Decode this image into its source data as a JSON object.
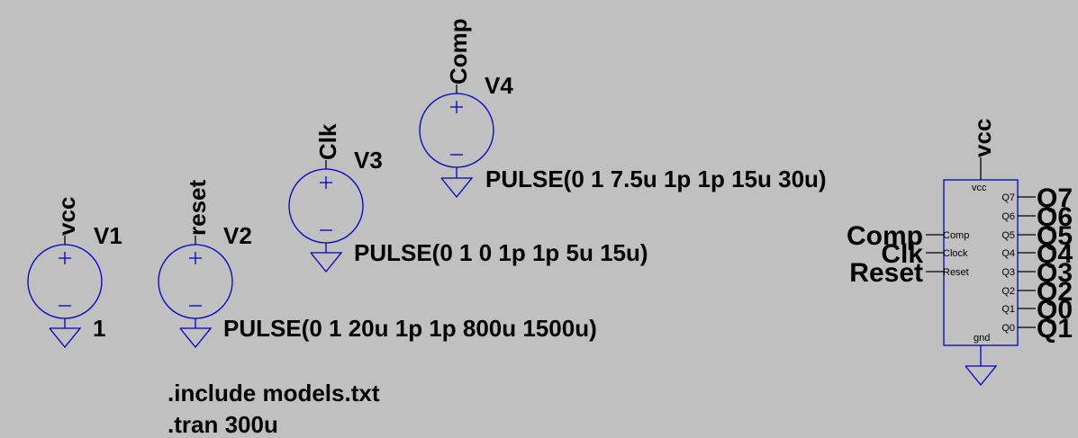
{
  "sources": [
    {
      "name": "V1",
      "net": "vcc",
      "value": "1"
    },
    {
      "name": "V2",
      "net": "reset",
      "value": "PULSE(0 1 20u 1p 1p 800u 1500u)"
    },
    {
      "name": "V3",
      "net": "Clk",
      "value": "PULSE(0 1 0 1p 1p 5u 15u)"
    },
    {
      "name": "V4",
      "net": "Comp",
      "value": "PULSE(0 1 7.5u 1p 1p 15u 30u)"
    }
  ],
  "directives": [
    ".include models.txt",
    ".tran 300u"
  ],
  "ic": {
    "supply_net": "vcc",
    "supply_pin": "vcc",
    "ground_pin": "gnd",
    "left_pins": [
      {
        "pin": "Comp",
        "net": "Comp"
      },
      {
        "pin": "Clock",
        "net": "Clk"
      },
      {
        "pin": "Reset",
        "net": "Reset"
      }
    ],
    "right_pins": [
      {
        "pin": "Q7",
        "net": "Q7"
      },
      {
        "pin": "Q6",
        "net": "Q6"
      },
      {
        "pin": "Q5",
        "net": "Q5"
      },
      {
        "pin": "Q4",
        "net": "Q4"
      },
      {
        "pin": "Q3",
        "net": "Q3"
      },
      {
        "pin": "Q2",
        "net": "Q2"
      },
      {
        "pin": "Q1",
        "net": "Q0"
      },
      {
        "pin": "Q0",
        "net": "Q1"
      }
    ]
  },
  "colors": {
    "background": "#c0c0c0",
    "symbol": "#0000c8",
    "wire": "#000000",
    "text": "#000000"
  }
}
